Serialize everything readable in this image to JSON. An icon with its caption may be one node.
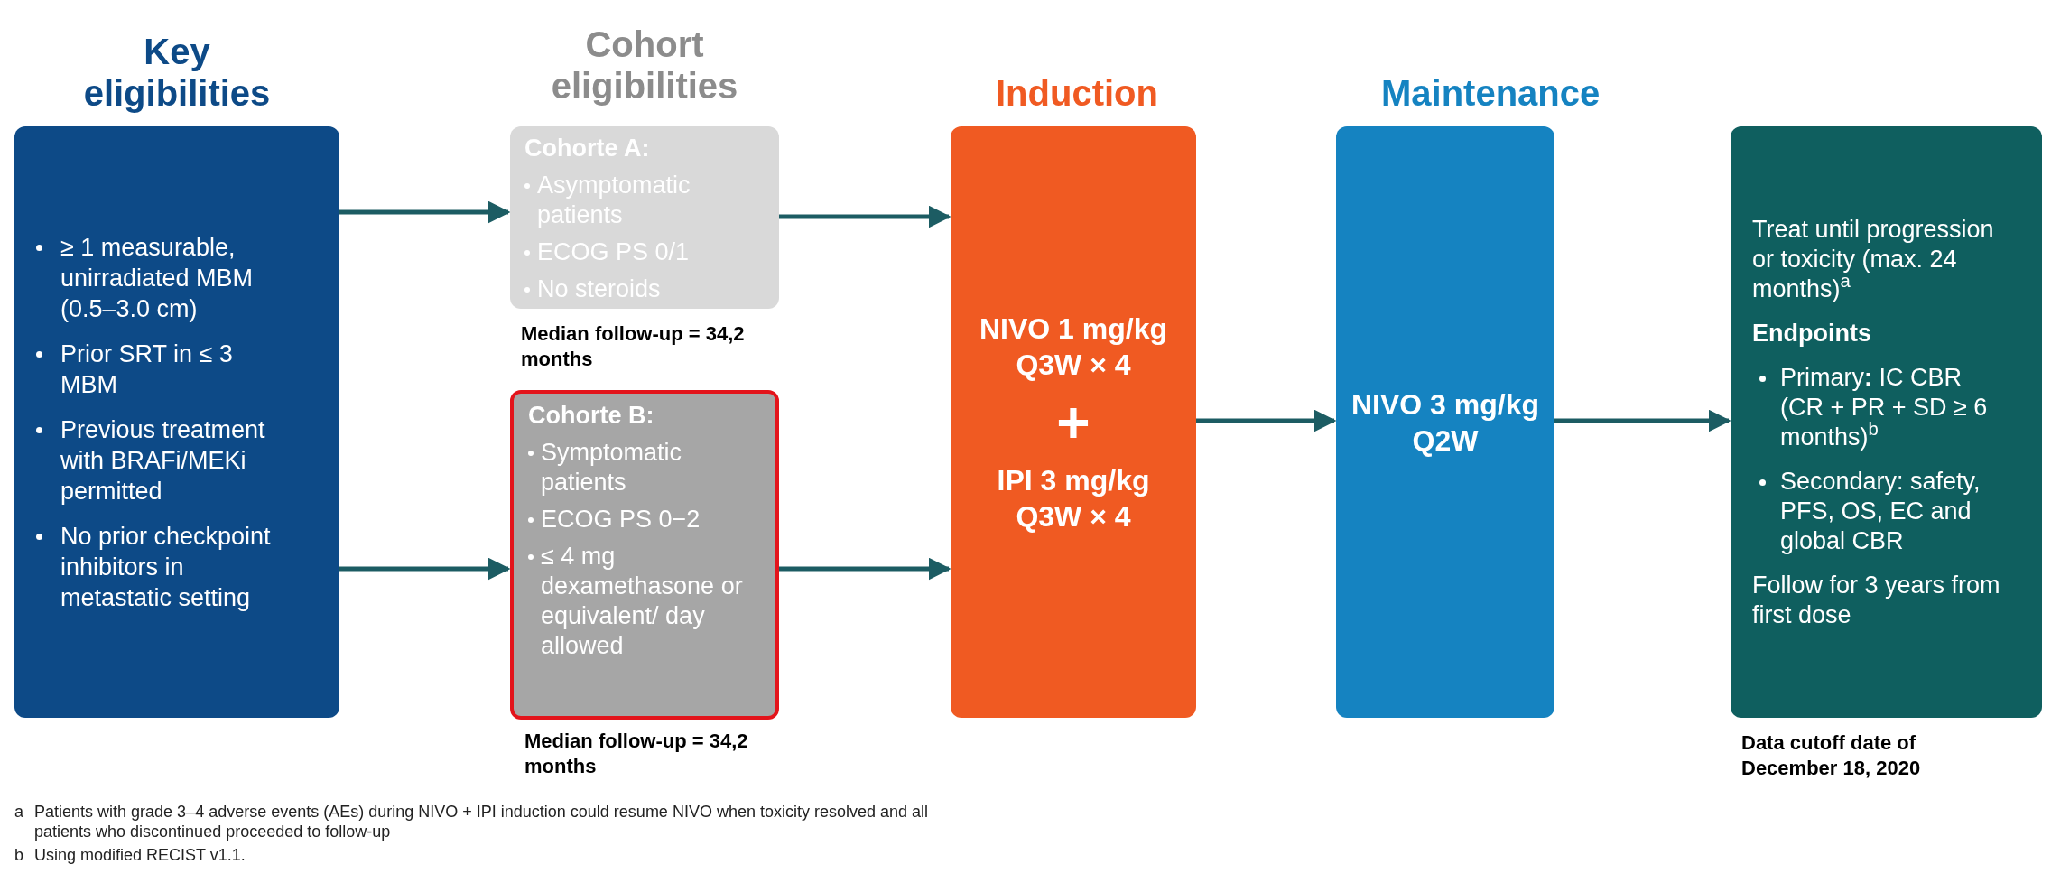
{
  "diagram": {
    "nodes": [
      {
        "text": [
          "Key eligibilities",
          "≥ 1 measurable, unirradiated MBM (0.5–3.0 cm)",
          "Prior SRT in ≤ 3 MBM",
          "Previous treatment with BRAFi/MEKi permitted",
          "No prior checkpoint inhibitors in metastatic setting"
        ]
      },
      {
        "text": [
          "Cohorte A:",
          "Asymptomatic patients",
          "ECOG PS 0/1",
          "No steroids"
        ],
        "beside": [
          "Median follow-up = 34,2 months"
        ]
      },
      {
        "text": [
          "Cohorte B:",
          "Symptomatic patients",
          "ECOG PS 0−2",
          "≤ 4 mg dexamethasone or equivalent/ day allowed"
        ],
        "beside": [
          "Median follow-up = 34,2 months"
        ]
      },
      {
        "text": [
          "Induction",
          "NIVO 1 mg/kg Q3W × 4",
          "+",
          "IPI 3 mg/kg Q3W × 4"
        ]
      },
      {
        "text": [
          "Maintenance",
          "NIVO 3 mg/kg Q2W"
        ]
      },
      {
        "text": [
          "Treat until progression or toxicity (max. 24 months)$^{a}$",
          "Endpoints",
          "Primary**:** IC CBR (CR + PR + SD ≥ 6 months)$^{b}$",
          "Secondary: safety, PFS, OS, EC and global CBR",
          "Follow for 3 years from first dose"
        ],
        "beside": [
          "Data cutoff date of December 18, 2020"
        ]
      }
    ],
    "edges": [
      {
        "from": 0,
        "to": 1,
        "arrow": "to"
      },
      {
        "from": 0,
        "to": 2,
        "arrow": "to"
      },
      {
        "from": 1,
        "to": 3,
        "arrow": "to"
      },
      {
        "from": 2,
        "to": 3,
        "arrow": "to"
      },
      {
        "from": 3,
        "to": 4,
        "arrow": "to"
      },
      {
        "from": 4,
        "to": 5,
        "arrow": "to"
      }
    ],
    "labels": [
      "Cohort eligibilities",
      "a",
      "Patients with grade 3–4 adverse events (AEs) during NIVO + IPI induction could resume NIVO when toxicity resolved and all patients who discontinued proceeded to follow-up",
      "b",
      "Using modified RECIST v1.1."
    ]
  }
}
